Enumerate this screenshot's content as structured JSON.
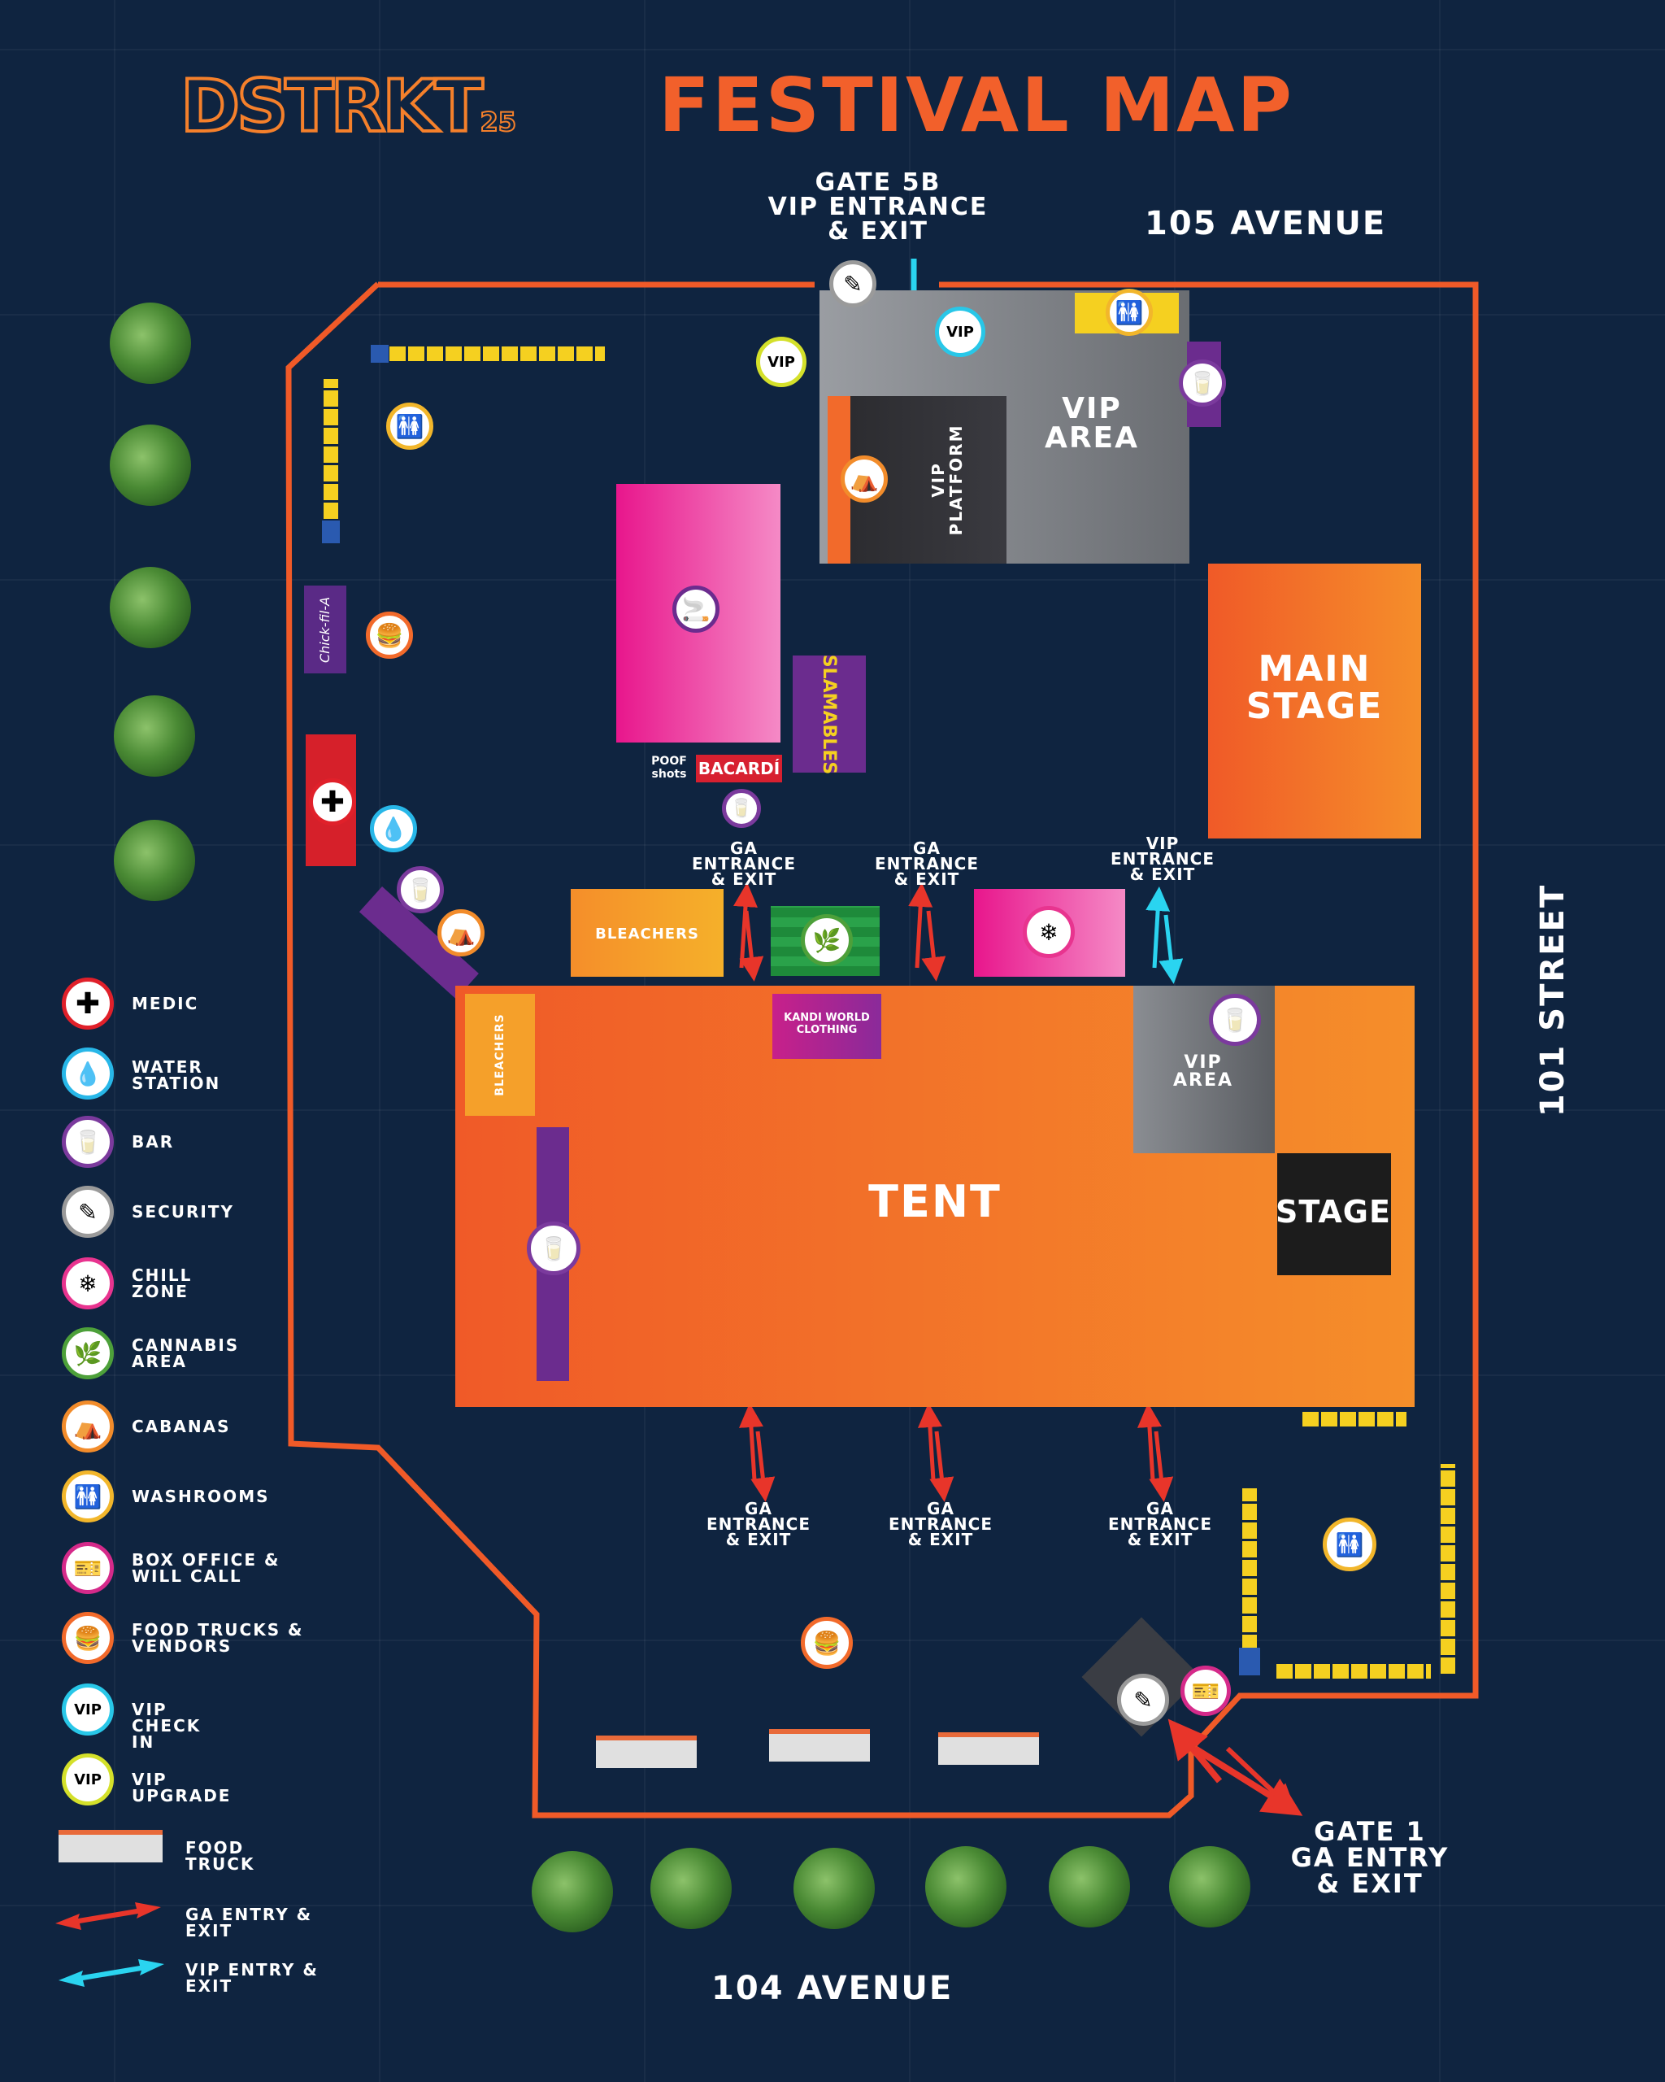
{
  "header": {
    "logo_text": "DSTRKT",
    "logo_year": "25",
    "title": "FESTIVAL MAP"
  },
  "streets": {
    "north": "105 AVENUE",
    "south": "104 AVENUE",
    "east": "101 STREET"
  },
  "gates": {
    "vip_gate": [
      "GATE 5B",
      "VIP ENTRANCE",
      "& EXIT"
    ],
    "ga_gate": [
      "GATE 1",
      "GA ENTRY",
      "& EXIT"
    ]
  },
  "areas": {
    "vip_area_top": "VIP AREA",
    "vip_platform": "VIP PLATFORM",
    "main_stage": "MAIN STAGE",
    "bleachers_top": "BLEACHERS",
    "bleachers_tent": "BLEACHERS",
    "tent": "TENT",
    "vip_area_tent": "VIP AREA",
    "stage": "STAGE",
    "kandi": "KANDI WORLD CLOTHING"
  },
  "sponsors": {
    "chickfila": "Chick-fil-A",
    "slamables": "SLAMABLES",
    "poof": "POOF shots",
    "bacardi": "BACARDÍ"
  },
  "flow_labels": {
    "ga_entrance": [
      "GA",
      "ENTRANCE",
      "& EXIT"
    ],
    "vip_entrance": [
      "VIP",
      "ENTRANCE",
      "& EXIT"
    ]
  },
  "icon_text": {
    "vip": "VIP"
  },
  "legend": [
    {
      "icon": "medic-icon",
      "label": "MEDIC"
    },
    {
      "icon": "water-icon",
      "label": "WATER STATION"
    },
    {
      "icon": "bar-icon",
      "label": "BAR"
    },
    {
      "icon": "security-icon",
      "label": "SECURITY"
    },
    {
      "icon": "chill-icon",
      "label": "CHILL ZONE"
    },
    {
      "icon": "cannabis-icon",
      "label": "CANNABIS AREA"
    },
    {
      "icon": "cabana-icon",
      "label": "CABANAS"
    },
    {
      "icon": "washroom-icon",
      "label": "WASHROOMS"
    },
    {
      "icon": "ticket-icon",
      "label": "BOX OFFICE & WILL CALL"
    },
    {
      "icon": "food-icon",
      "label": "FOOD TRUCKS & VENDORS"
    },
    {
      "icon": "vip-checkin-icon",
      "label": "VIP CHECK IN"
    },
    {
      "icon": "vip-upgrade-icon",
      "label": "VIP UPGRADE"
    },
    {
      "icon": "food-truck-icon",
      "label": "FOOD TRUCK"
    },
    {
      "icon": "ga-arrow-icon",
      "label": "GA ENTRY & EXIT"
    },
    {
      "icon": "vip-arrow-icon",
      "label": "VIP ENTRY & EXIT"
    }
  ],
  "colors": {
    "background": "#0f2440",
    "accent_orange": "#f26a2b",
    "ga_arrow": "#e8352a",
    "vip_arrow": "#2ad4f0"
  }
}
